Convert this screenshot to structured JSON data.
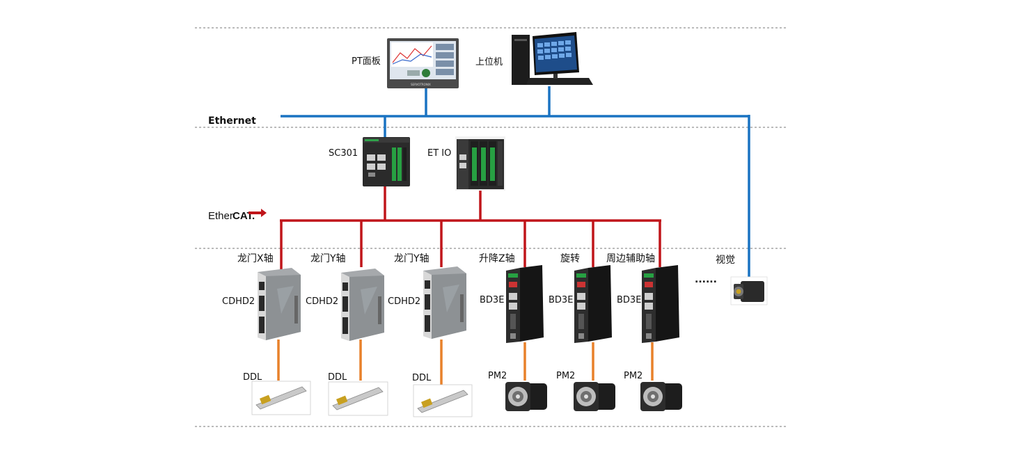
{
  "buses": {
    "ethernet_label": "Ethernet",
    "ethercat_label_a": "Ether",
    "ethercat_label_b": "CAT.",
    "ethernet_color": "#1a73c2",
    "ethercat_color": "#c0151a",
    "drive_to_actuator_color": "#e8812a"
  },
  "top_layer": {
    "hmi_label": "PT面板",
    "pc_label": "上位机",
    "hmi_brand": "SERVOTRONIX"
  },
  "controller_layer": {
    "controller_label": "SC301",
    "io_label": "ET IO"
  },
  "axes": [
    {
      "name": "龙门X轴",
      "drive": "CDHD2",
      "actuator": "DDL"
    },
    {
      "name": "龙门Y轴",
      "drive": "CDHD2",
      "actuator": "DDL"
    },
    {
      "name": "龙门Y轴",
      "drive": "CDHD2",
      "actuator": "DDL"
    },
    {
      "name": "升降Z轴",
      "drive": "BD3E",
      "actuator": "PM2"
    },
    {
      "name": "旋转",
      "drive": "BD3E",
      "actuator": "PM2"
    },
    {
      "name": "周边辅助轴",
      "drive": "BD3E",
      "actuator": "PM2"
    }
  ],
  "vision": {
    "label": "视觉",
    "ellipsis": "......"
  }
}
